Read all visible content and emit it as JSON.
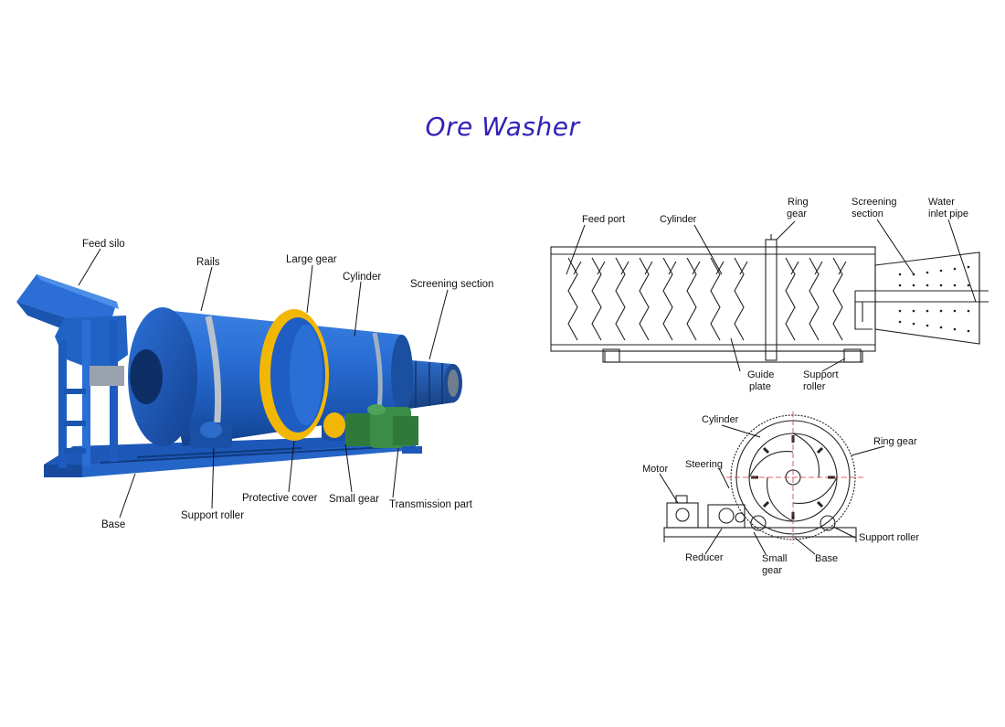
{
  "title": "Ore Washer",
  "photo_labels": {
    "feed_silo": "Feed silo",
    "rails": "Rails",
    "large_gear": "Large gear",
    "cylinder": "Cylinder",
    "screening_section": "Screening section",
    "base": "Base",
    "support_roller": "Support roller",
    "protective_cover": "Protective cover",
    "small_gear": "Small gear",
    "transmission_part": "Transmission part"
  },
  "side_view_labels": {
    "feed_port": "Feed port",
    "cylinder": "Cylinder",
    "ring_gear_1": "Ring",
    "ring_gear_2": "gear",
    "screening_section_1": "Screening",
    "screening_section_2": "section",
    "water_inlet_pipe_1": "Water",
    "water_inlet_pipe_2": "inlet pipe",
    "guide_plate_1": "Guide",
    "guide_plate_2": "plate",
    "support_roller_1": "Support",
    "support_roller_2": "roller"
  },
  "end_view_labels": {
    "cylinder": "Cylinder",
    "ring_gear": "Ring gear",
    "motor": "Motor",
    "steering": "Steering",
    "support_roller": "Support roller",
    "reducer": "Reducer",
    "small_gear_1": "Small",
    "small_gear_2": "gear",
    "base": "Base"
  },
  "colors": {
    "title": "#3321b8",
    "machine_blue": "#1f5fc4",
    "gear_yellow": "#f2b705",
    "gearbox_green": "#2f7a3b"
  }
}
